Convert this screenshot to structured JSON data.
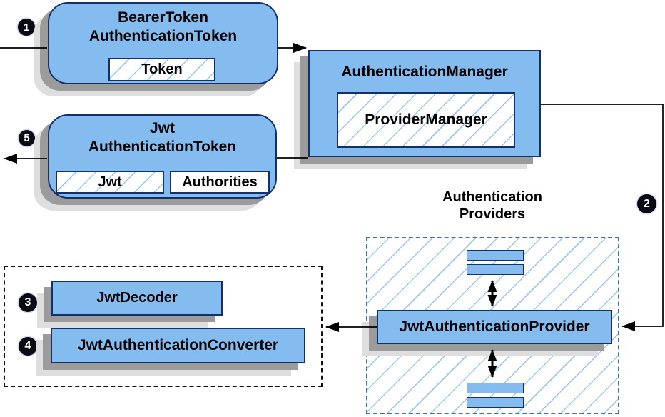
{
  "nodes": {
    "bearer_token": {
      "title_line1": "BearerToken",
      "title_line2": "AuthenticationToken",
      "token_label": "Token"
    },
    "authentication_manager": {
      "title": "AuthenticationManager",
      "provider_manager_label": "ProviderManager"
    },
    "jwt_authentication_token": {
      "title_line1": "Jwt",
      "title_line2": "AuthenticationToken",
      "jwt_label": "Jwt",
      "authorities_label": "Authorities"
    },
    "authentication_providers": {
      "label_line1": "Authentication",
      "label_line2": "Providers"
    },
    "jwt_authentication_provider": {
      "title": "JwtAuthenticationProvider"
    },
    "jwt_decoder": {
      "title": "JwtDecoder"
    },
    "jwt_authentication_converter": {
      "title": "JwtAuthenticationConverter"
    }
  },
  "badges": {
    "step1": "1",
    "step2": "2",
    "step3": "3",
    "step4": "4",
    "step5": "5"
  },
  "colors": {
    "box_fill": "#85BCF0",
    "box_border": "#14306B",
    "hatch_line": "#9CC6EE",
    "dashed_blue": "#3A72B4",
    "dashed_black": "#111111",
    "shadow_dark": "#9B9B9B",
    "shadow_light": "#DEDEDE",
    "connector": "#000000",
    "badge_bg": "#0A0A12",
    "badge_text": "#FFFFFF"
  }
}
